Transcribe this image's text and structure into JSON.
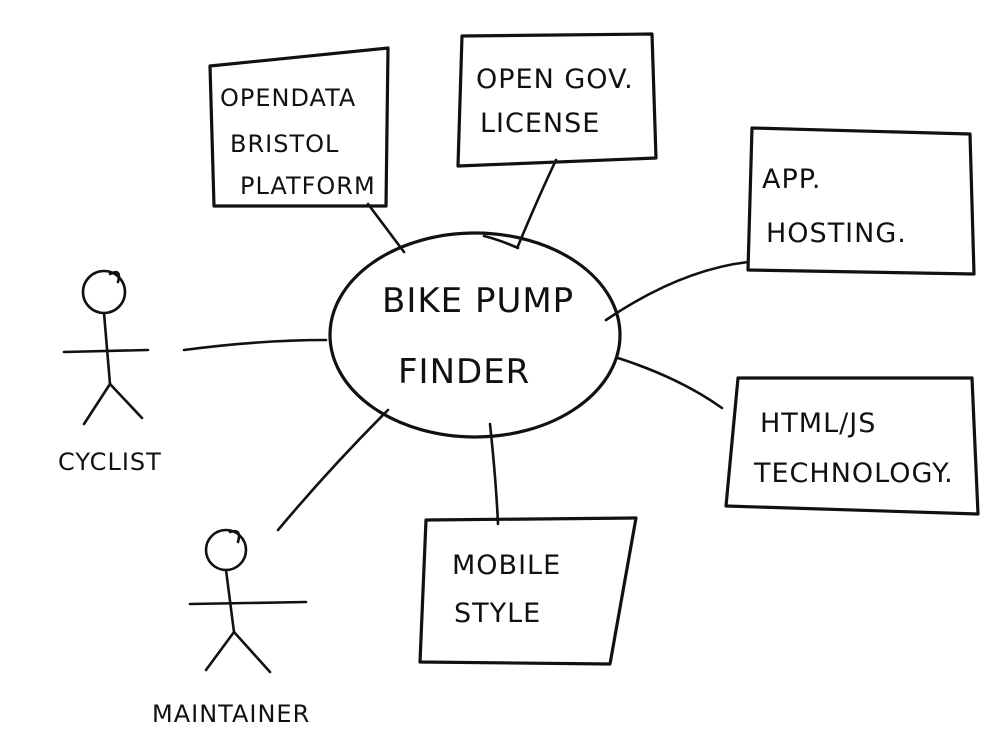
{
  "center": {
    "line1": "BIKE PUMP",
    "line2": "FINDER"
  },
  "boxes": {
    "opendata": {
      "line1": "OPENDATA",
      "line2": "BRISTOL",
      "line3": "PLATFORM"
    },
    "opengov": {
      "line1": "OPEN GOV.",
      "line2": "LICENSE"
    },
    "hosting": {
      "line1": "APP.",
      "line2": "HOSTING."
    },
    "technology": {
      "line1": "HTML/JS",
      "line2": "TECHNOLOGY."
    },
    "mobile": {
      "line1": "MOBILE",
      "line2": "STYLE"
    }
  },
  "actors": {
    "cyclist": {
      "label": "CYCLIST"
    },
    "maintainer": {
      "label": "MAINTAINER"
    }
  }
}
